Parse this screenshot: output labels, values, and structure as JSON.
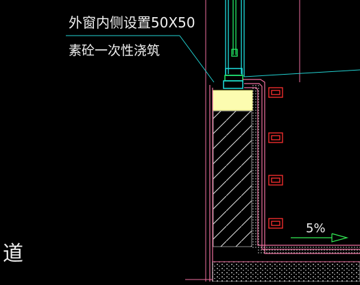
{
  "drawing": {
    "annotation": {
      "line1": "外窗内侧设置50X50",
      "line2": "素砼一次性浇筑"
    },
    "slope_label": "5%",
    "partial_label": "道"
  },
  "colors": {
    "background": "#000000",
    "annotation_text": "#f0f0f0",
    "leader_line": "#22d3d3",
    "window_frame": "#1fe0e0",
    "window_frame_green": "#22ee66",
    "wall_outline": "#f070a0",
    "hatch": "#e8e8e8",
    "sill_fill": "#fcfcb0",
    "sill_stroke": "#e8e880",
    "bracket_red": "#ff3030",
    "dots": "#e8e8e8",
    "slope_line": "#33ee55",
    "grid_line": "#f070a0"
  }
}
